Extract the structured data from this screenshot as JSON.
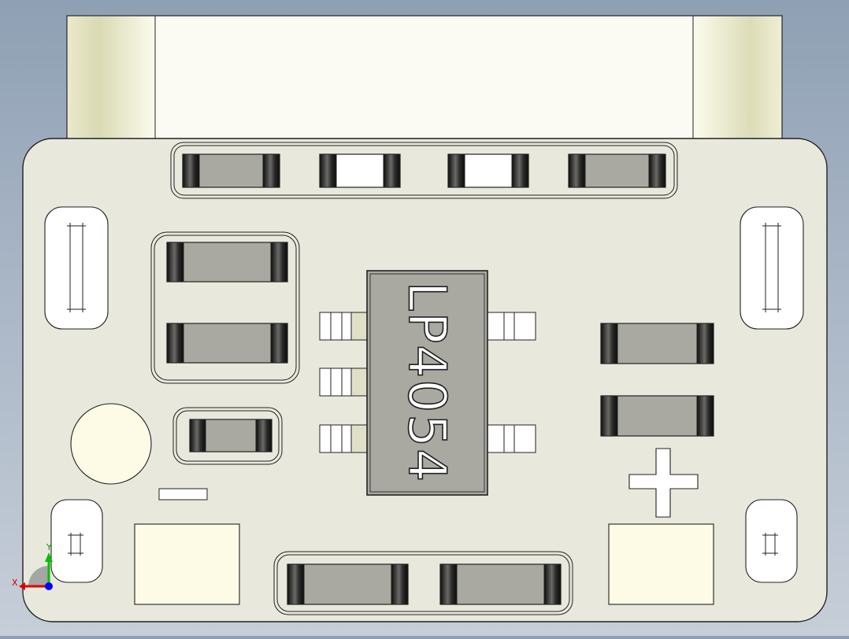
{
  "board": {
    "chip": {
      "label": "LP4054"
    },
    "polarity": {
      "negative_marking": "−",
      "positive_marking": "+"
    }
  },
  "triad": {
    "x_label": "X",
    "y_label": "Y"
  },
  "colors": {
    "board": "#e9e8dc",
    "connector": "#fffef4",
    "component_body": "#a9a9a1",
    "end_cap": "#2b2b2b",
    "chip_body": "#a9a9a1",
    "pad": "#fdfbe6",
    "axis_x": "#e00000",
    "axis_y": "#00c000",
    "axis_z": "#0000ff"
  }
}
